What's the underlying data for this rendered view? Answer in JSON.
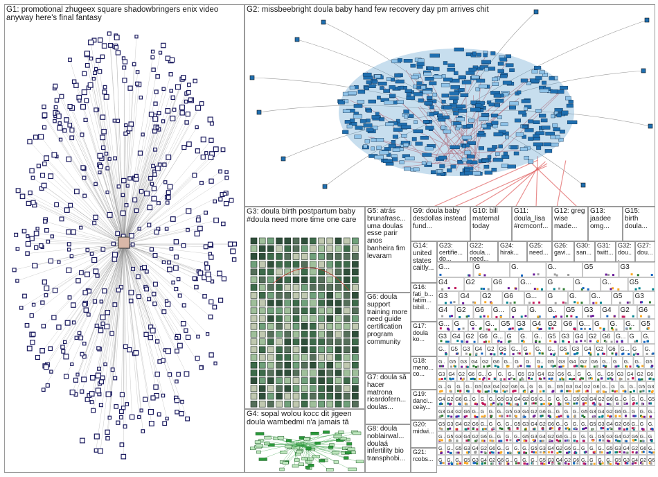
{
  "groups": [
    {
      "id": "g1",
      "label": "G1: promotional zhugeex square shadowbringers enix video anyway here's final fantasy"
    },
    {
      "id": "g2",
      "label": "G2: missbeebright doula baby hand few recovery day pm arrives chit"
    },
    {
      "id": "g3",
      "label": "G3: doula birth postpartum baby #doula need more time one care"
    },
    {
      "id": "g4",
      "label": "G4: sopal wolou kocc dit jigeen doula wambedmi n'a jamais tâ"
    },
    {
      "id": "g5",
      "label": "G5: atrás brunafrasc... uma doulas esse parir anos banheira fim levaram"
    },
    {
      "id": "g6",
      "label": "G6: doula support training more need guide certification program community"
    },
    {
      "id": "g7",
      "label": "G7: doula să hacer matrona ricardofern... doulas..."
    },
    {
      "id": "g8",
      "label": "G8: doula noblairwal... doulaá infertility bio transphobi..."
    },
    {
      "id": "g9",
      "label": "G9: doula baby desdollas instead fund..."
    },
    {
      "id": "g10",
      "label": "G10: bill maternal today"
    },
    {
      "id": "g11",
      "label": "G11: doula_lisa #rcmconf..."
    },
    {
      "id": "g12",
      "label": "G12: greg wise made..."
    },
    {
      "id": "g13",
      "label": "G13: jaadee omg..."
    },
    {
      "id": "g15",
      "label": "G15: birth doula..."
    },
    {
      "id": "g14",
      "label": "G14: united states caitly..."
    },
    {
      "id": "g16",
      "label": "G16: fati_b... fatim... bibil..."
    },
    {
      "id": "g17",
      "label": "G17: doula ko..."
    },
    {
      "id": "g18",
      "label": "G18: meno... co..."
    },
    {
      "id": "g19",
      "label": "G19: danci... ceày..."
    },
    {
      "id": "g20",
      "label": "G20: midwi..."
    },
    {
      "id": "g21",
      "label": "G21: rcobs..."
    },
    {
      "id": "g23",
      "label": "G23: certifie... do..."
    },
    {
      "id": "g22",
      "label": "G22: doula... need..."
    },
    {
      "id": "g24",
      "label": "G24: hirak..."
    },
    {
      "id": "g25",
      "label": "G25: need..."
    },
    {
      "id": "g26",
      "label": "G26: gavi..."
    },
    {
      "id": "g30",
      "label": "G30: san..."
    },
    {
      "id": "g31",
      "label": "G31: twitt..."
    },
    {
      "id": "g32",
      "label": "G32: dou..."
    },
    {
      "id": "g27",
      "label": "G27: dou..."
    }
  ],
  "small_cluster_labels": [
    "G...",
    "G",
    "G.",
    "G..",
    "G5",
    "G3",
    "G4",
    "G2",
    "G6"
  ],
  "colors": {
    "g1_node": "#1a1a5e",
    "g1_edge": "#8a8a8a",
    "g2_node": "#1f6fb0",
    "g2_edge": "#e06060",
    "g3_node": "#2f5a3a",
    "g4_node": "#2a9a3a",
    "border": "#9a9a9a"
  }
}
